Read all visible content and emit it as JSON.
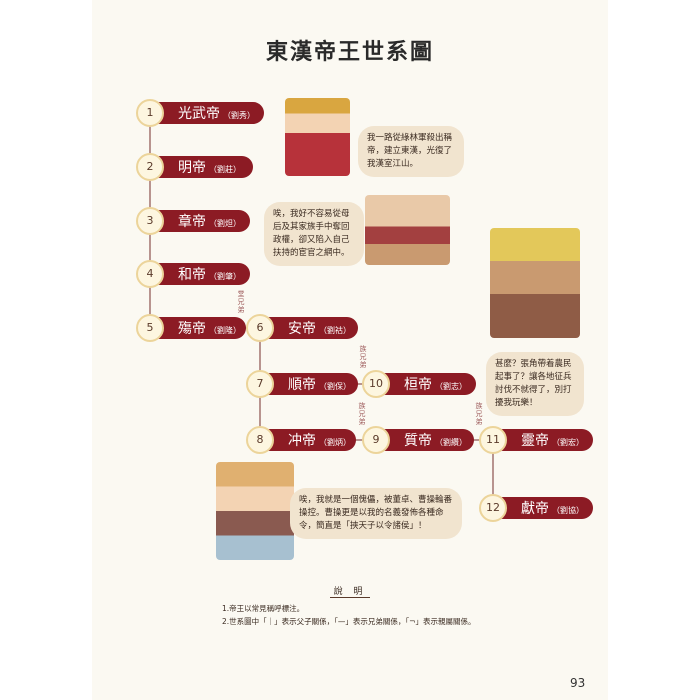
{
  "title": "東漢帝王世系圖",
  "emperors": [
    {
      "num": "1",
      "name": "光武帝",
      "personal": "（劉秀）"
    },
    {
      "num": "2",
      "name": "明帝",
      "personal": "（劉莊）"
    },
    {
      "num": "3",
      "name": "章帝",
      "personal": "（劉炟）"
    },
    {
      "num": "4",
      "name": "和帝",
      "personal": "（劉肇）"
    },
    {
      "num": "5",
      "name": "殤帝",
      "personal": "（劉隆）"
    },
    {
      "num": "6",
      "name": "安帝",
      "personal": "（劉祜）"
    },
    {
      "num": "7",
      "name": "順帝",
      "personal": "（劉保）"
    },
    {
      "num": "8",
      "name": "冲帝",
      "personal": "（劉炳）"
    },
    {
      "num": "9",
      "name": "質帝",
      "personal": "（劉纘）"
    },
    {
      "num": "10",
      "name": "桓帝",
      "personal": "（劉志）"
    },
    {
      "num": "11",
      "name": "靈帝",
      "personal": "（劉宏）"
    },
    {
      "num": "12",
      "name": "獻帝",
      "personal": "（劉協）"
    }
  ],
  "relations": {
    "r56": "堂兄弟",
    "r710": "族兄弟",
    "r89": "族兄弟",
    "r911": "族兄弟"
  },
  "bubbles": {
    "b1": "我一路從綠林軍殺出稱帝，建立東漢，光復了我漢室江山。",
    "b2": "唉，我好不容易從母后及其家族手中奪回政權，卻又陷入自己扶持的宦官之網中。",
    "b3": "甚麼？張角帶着農民起事了？讓各地征兵討伐不就得了，別打擾我玩樂！",
    "b4": "唉，我就是一個傀儡，被董卓、曹操輪番操控。曹操更是以我的名義發佈各種命令，簡直是「挾天子以令諸侯」！"
  },
  "notes": {
    "heading": "說 明",
    "items": [
      "1.帝王以常見稱呼標注。",
      "2.世系圖中「｜」表示父子關係，「—」表示兄弟關係，「¬」表示親屬關係。"
    ]
  },
  "page_number": "93",
  "colors": {
    "pill": "#8c1b24",
    "circle": "#fdf6e0",
    "bubble": "#f1e4cf",
    "line": "#b8948f"
  }
}
